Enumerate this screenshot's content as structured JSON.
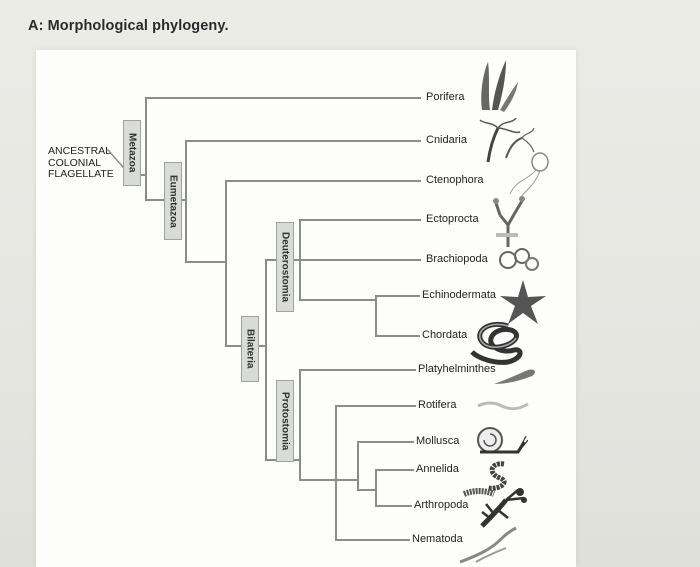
{
  "page": {
    "title": "A: Morphological phylogeny."
  },
  "ancestor": {
    "lines": [
      "ANCESTRAL",
      "COLONIAL",
      "FLAGELLATE"
    ]
  },
  "clades": {
    "metazoa": "Metazoa",
    "eumetazoa": "Eumetazoa",
    "bilateria": "Bilateria",
    "deuterostomia": "Deuterostomia",
    "protostomia": "Protostomia"
  },
  "taxa": [
    {
      "name": "Porifera",
      "icon": "sponge-icon"
    },
    {
      "name": "Cnidaria",
      "icon": "hydra-icon"
    },
    {
      "name": "Ctenophora",
      "icon": "comb-jelly-icon"
    },
    {
      "name": "Ectoprocta",
      "icon": "bryozoan-icon"
    },
    {
      "name": "Brachiopoda",
      "icon": "lamp-shell-icon"
    },
    {
      "name": "Echinodermata",
      "icon": "sea-star-icon"
    },
    {
      "name": "Chordata",
      "icon": "snake-icon"
    },
    {
      "name": "Platyhelminthes",
      "icon": "flatworm-icon"
    },
    {
      "name": "Rotifera",
      "icon": "rotifer-icon"
    },
    {
      "name": "Mollusca",
      "icon": "snail-icon"
    },
    {
      "name": "Annelida",
      "icon": "earthworm-icon"
    },
    {
      "name": "Arthropoda",
      "icon": "lobster-icon"
    },
    {
      "name": "Nematoda",
      "icon": "roundworm-icon"
    }
  ]
}
